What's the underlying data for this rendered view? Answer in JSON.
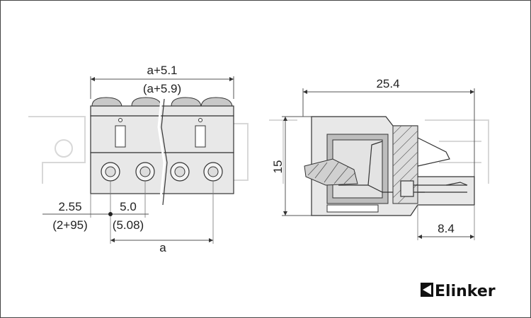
{
  "front_view": {
    "dim_total_width": "a+5.1",
    "dim_total_width_alt": "(a+5.9)",
    "dim_edge": "2.55",
    "dim_edge_alt": "(2+95)",
    "dim_pitch": "5.0",
    "dim_pitch_alt": "(5.08)",
    "dim_span": "a"
  },
  "side_view": {
    "dim_depth": "25.4",
    "dim_height": "15",
    "dim_plug": "8.4"
  },
  "brand": {
    "name": "Elinker",
    "logo_icon": "elinker-logo-icon"
  }
}
